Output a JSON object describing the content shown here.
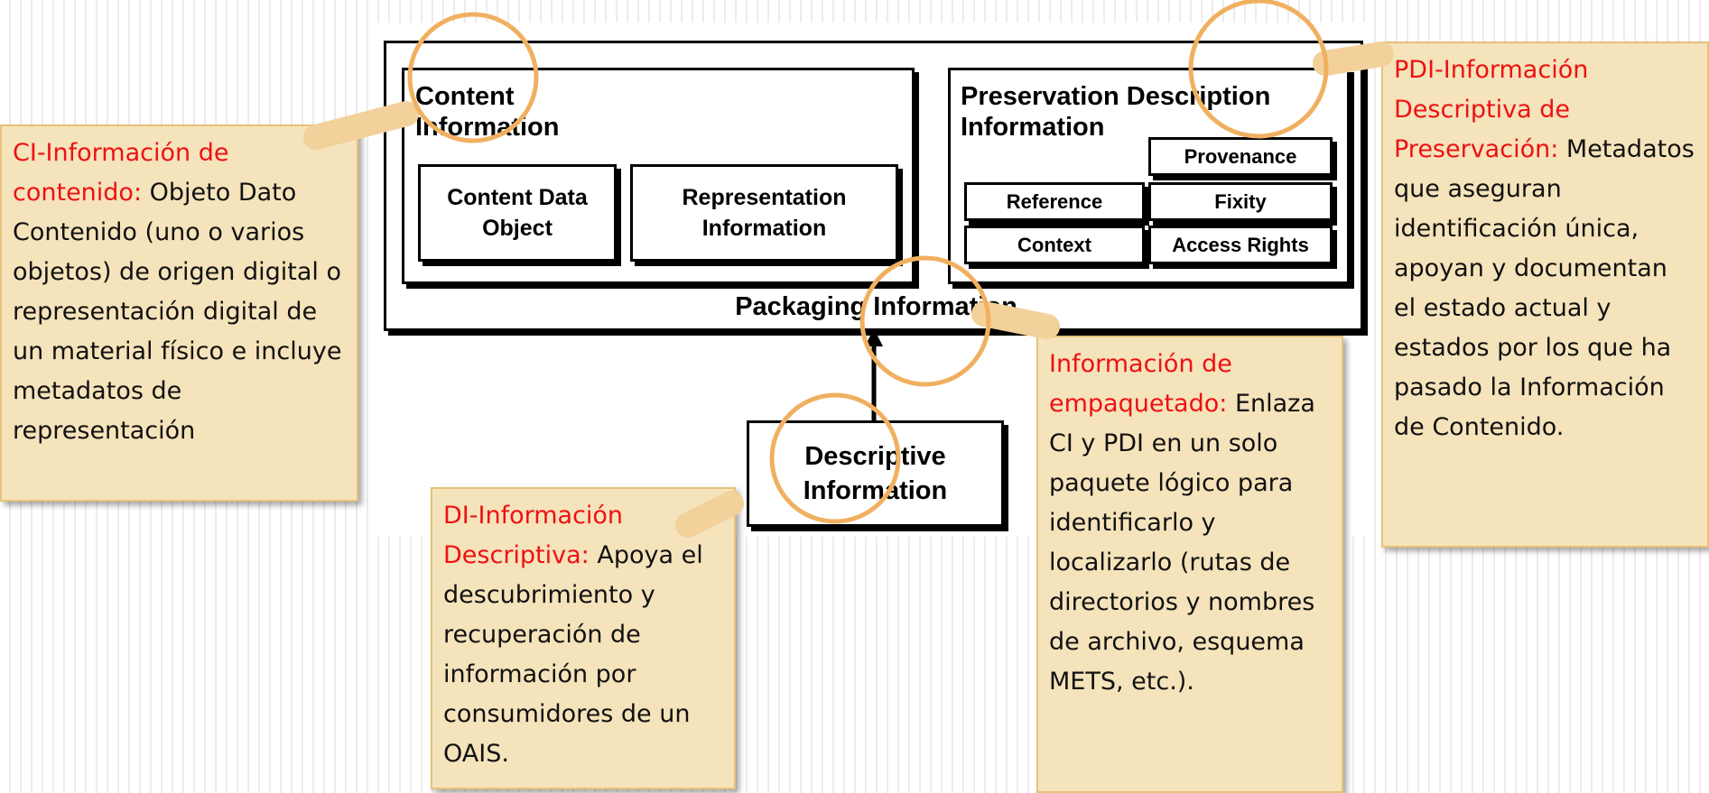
{
  "diagram": {
    "packaging_title": "Packaging Information",
    "content_info": {
      "title_line1": "Content",
      "title_line2": "Information",
      "cdo_line1": "Content Data",
      "cdo_line2": "Object",
      "rep_line1": "Representation",
      "rep_line2": "Information"
    },
    "pdi": {
      "title_line1": "Preservation Description",
      "title_line2": "Information",
      "provenance": "Provenance",
      "reference": "Reference",
      "fixity": "Fixity",
      "context": "Context",
      "access_rights": "Access Rights"
    },
    "descriptive": {
      "line1": "Descriptive",
      "line2": "Information"
    }
  },
  "callouts": {
    "ci": {
      "heading": "CI-Información de contenido:",
      "body": " Objeto Dato Contenido (uno o varios objetos) de origen digital o representación digital de un material físico e incluye metadatos de representación"
    },
    "di": {
      "heading": "DI-Información Descriptiva:",
      "body": " Apoya el descubrimiento y recuperación de información por consumidores de un OAIS."
    },
    "pi": {
      "heading": "Información de empaquetado:",
      "body": " Enlaza CI y PDI en un solo paquete lógico para identificarlo y localizarlo (rutas de directorios y nombres de archivo, esquema METS, etc.)."
    },
    "pdi": {
      "heading": "PDI-Información Descriptiva de Preservación:",
      "body": " Metadatos que aseguran identificación única, apoyan y documentan el estado actual y estados por los que ha pasado la Información de Contenido."
    }
  },
  "colors": {
    "callout_bg": "#f5e3bb",
    "heading_red": "#ee1111",
    "magnifier": "#f0b060"
  }
}
